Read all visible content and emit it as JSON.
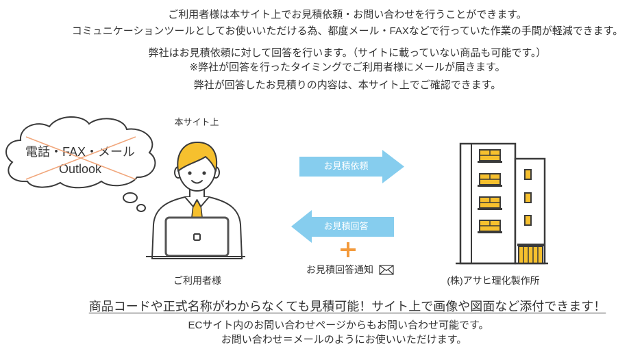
{
  "intro": {
    "line1": "ご利用者様は本サイト上でお見積依頼・お問い合わせを行うことができます。",
    "line2": "コミュニケーションツールとしてお使いいただける為、都度メール・FAXなどで行っていた作業の手間が軽減できます。",
    "line3": "弊社はお見積依頼に対して回答を行います。（サイトに載っていない商品も可能です。）",
    "line4": "※弊社が回答を行ったタイミングでご利用者様にメールが届きます。",
    "line5": "弊社が回答したお見積りの内容は、本サイト上でご確認できます。"
  },
  "diagram": {
    "site_label": "本サイト上",
    "old_tools": [
      "電話・FAX・メール",
      "Outlook"
    ],
    "user_label": "ご利用者様",
    "request_arrow_label": "お見積依頼",
    "reply_arrow_label": "お見積回答",
    "notification_label": "お見積回答通知",
    "company_label": "(株)アサヒ理化製作所"
  },
  "footer": {
    "headline": "商品コードや正式名称がわからなくても見積可能！サイト上で画像や図面など添付できます！",
    "line1": "ECサイト内のお問い合わせページからもお問い合わせ可能です。",
    "line2": "お問い合わせ＝メールのようにお使いいただけます。"
  },
  "icons": {
    "thought_cloud": "thought-cloud-icon",
    "cross_out": "cross-out-mark",
    "user": "office-worker-laptop-icon",
    "request_arrow": "arrow-right-icon",
    "reply_arrow": "arrow-left-icon",
    "plus": "plus-icon",
    "envelope": "envelope-icon",
    "company": "office-building-icon"
  },
  "colors": {
    "text": "#333333",
    "outline": "#3a3a3a",
    "arrow": "#86cdee",
    "accent_orange": "#f39a3c",
    "cross_out": "#f1a77c",
    "yellow": "#f6c02e",
    "background": "#ffffff"
  }
}
